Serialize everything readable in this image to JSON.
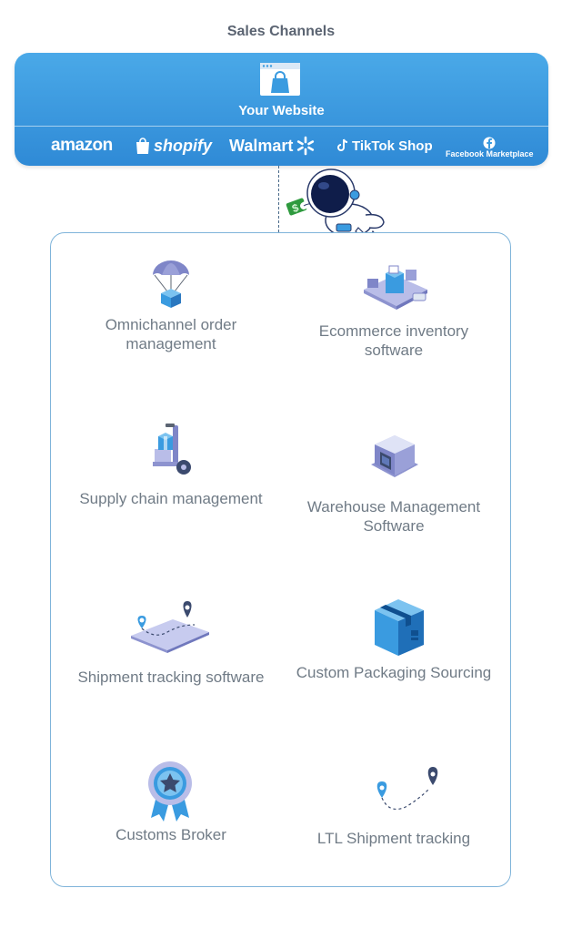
{
  "header": {
    "title": "Sales Channels"
  },
  "channels": {
    "website_label": "Your Website",
    "marketplaces": [
      "amazon",
      "shopify",
      "Walmart",
      "TikTok Shop",
      "Facebook Marketplace"
    ]
  },
  "services": [
    {
      "label": "Omnichannel order management",
      "icon": "parachute-box-icon"
    },
    {
      "label": "Ecommerce inventory software",
      "icon": "inventory-platform-icon"
    },
    {
      "label": "Supply chain management",
      "icon": "hand-truck-icon"
    },
    {
      "label": "Warehouse Management Software",
      "icon": "warehouse-icon"
    },
    {
      "label": "Shipment tracking software",
      "icon": "map-route-icon"
    },
    {
      "label": "Custom Packaging Sourcing",
      "icon": "package-box-icon"
    },
    {
      "label": "Customs Broker",
      "icon": "badge-ribbon-icon"
    },
    {
      "label": "LTL Shipment tracking",
      "icon": "route-pins-icon"
    }
  ],
  "colors": {
    "channels_bg": "#3a9be0",
    "border": "#7fb4da",
    "text": "#707b86",
    "icon_blue": "#2f8ad6",
    "icon_purple": "#7f86c8"
  }
}
